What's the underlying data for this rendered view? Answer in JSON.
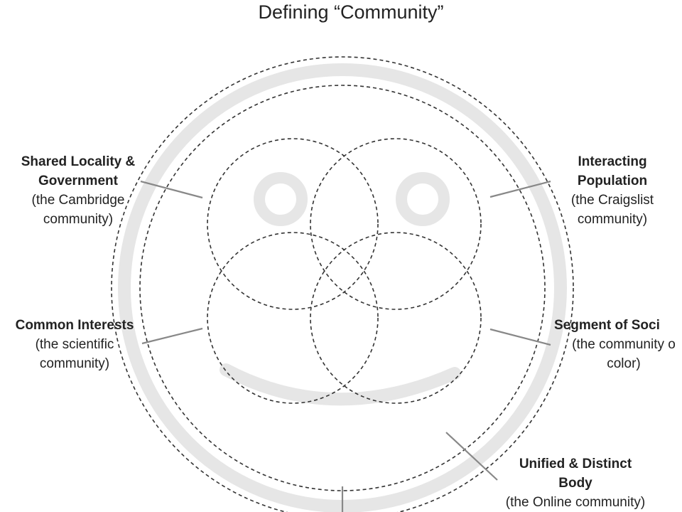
{
  "title": "Defining “Community”",
  "labels": {
    "shared_locality": {
      "main": "Shared Locality &\nGovernment",
      "sub": "(the Cambridge\ncommunity)"
    },
    "interacting_population": {
      "main": "Interacting\nPopulation",
      "sub": "(the Craigslist\ncommunity)"
    },
    "common_interests": {
      "main": "Common Interests",
      "sub": "(the scientific\ncommunity)"
    },
    "segment_of_society": {
      "main": "Segment of Soci",
      "sub": "(the community o\ncolor)"
    },
    "unified_distinct": {
      "main": "Unified & Distinct\nBody",
      "sub": "(the Online community)"
    }
  },
  "colors": {
    "dash": "#333333",
    "face": "#e6e6e6",
    "leader": "#888888",
    "text": "#222222"
  },
  "icons": {
    "background": "smiley-face-icon"
  }
}
